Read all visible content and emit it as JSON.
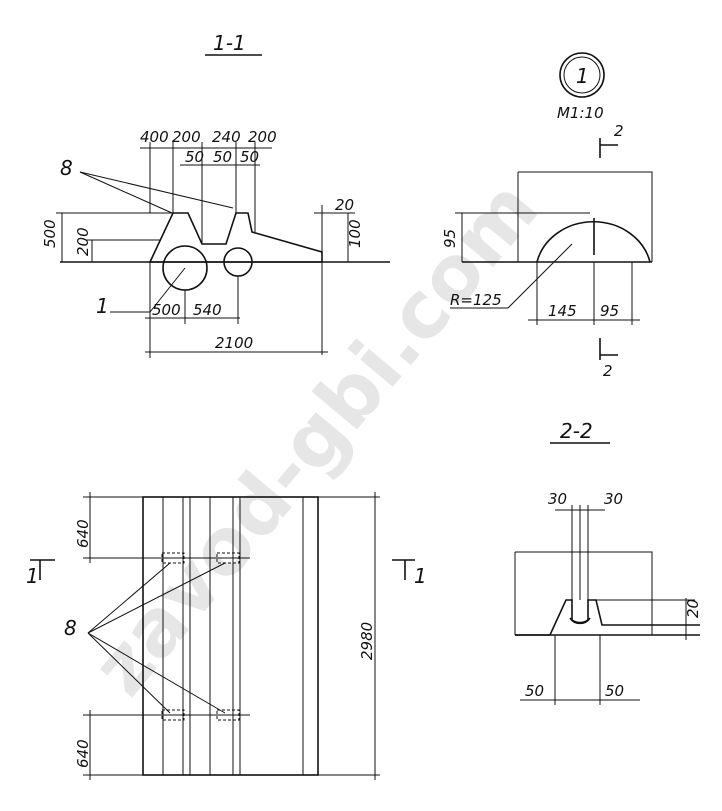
{
  "watermark": "zavod-gbi.com",
  "section_1_1": {
    "title": "1-1",
    "top_dims": [
      "400",
      "200",
      "240",
      "200"
    ],
    "sub_dims": [
      "50",
      "50",
      "50"
    ],
    "left_dims": [
      "500",
      "200"
    ],
    "right_dims": [
      "20",
      "100"
    ],
    "bottom_dims": [
      "500",
      "540"
    ],
    "total_width": "2100",
    "callout_8": "8",
    "callout_1": "1"
  },
  "detail_1": {
    "number": "1",
    "scale": "M1:10",
    "section_mark": "2",
    "dim_height": "95",
    "radius": "R=125",
    "dim_left": "145",
    "dim_right": "95"
  },
  "section_2_2": {
    "title": "2-2",
    "top_dims": [
      "30",
      "30"
    ],
    "right_dim": "20",
    "bottom_dims": [
      "50",
      "50"
    ]
  },
  "plan": {
    "top_dim": "640",
    "bottom_dim": "640",
    "length": "2980",
    "callout_8": "8",
    "cut_mark": "1"
  }
}
